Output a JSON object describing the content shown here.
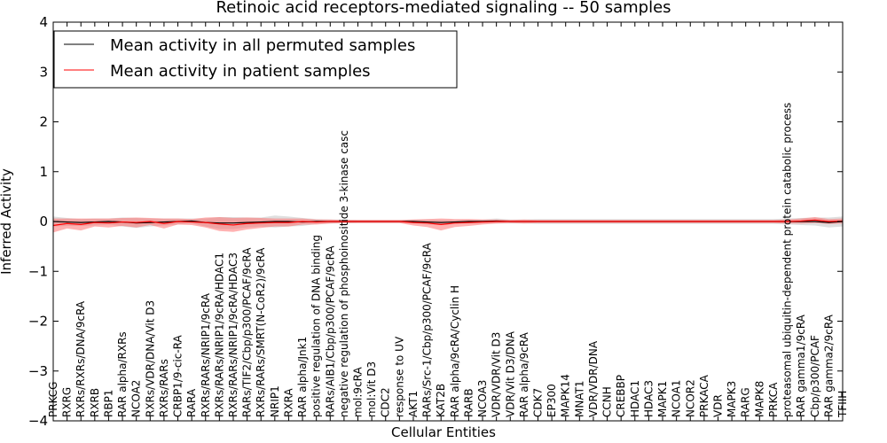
{
  "chart_data": {
    "type": "line",
    "title": "Retinoic acid receptors-mediated signaling -- 50 samples",
    "xlabel": "Cellular Entities",
    "ylabel": "Inferred Activity",
    "ylim": [
      -4,
      4
    ],
    "yticks": [
      "−4",
      "−3",
      "−2",
      "−1",
      "0",
      "1",
      "2",
      "3",
      "4"
    ],
    "grid": false,
    "legend_position": "top-left",
    "categories": [
      "PRKCG",
      "RXRG",
      "RXRs/RXRs/DNA/9cRA",
      "RXRB",
      "RBP1",
      "RAR alpha/RXRs",
      "NCOA2",
      "RXRs/VDR/DNA/Vit D3",
      "RXRs/RARs",
      "CRBP1/9-cic-RA",
      "RARA",
      "RXRs/RARs/NRIP1/9cRA",
      "RXRs/RARs/NRIP1/9cRA/HDAC1",
      "RXRs/RARs/NRIP1/9cRA/HDAC3",
      "RARs/TIF2/Cbp/p300/PCAF/9cRA",
      "RXRs/RARs/SMRT(N-CoR2)/9cRA",
      "NRIP1",
      "RXRA",
      "RAR alpha/Jnk1",
      "positive regulation of DNA binding",
      "RARs/AIB1/Cbp/p300/PCAF/9cRA",
      "negative regulation of phosphoinositide 3-kinase casc",
      "mol:9cRA",
      "mol:Vit D3",
      "CDC2",
      "response to UV",
      "AKT1",
      "RARs/Src-1/Cbp/p300/PCAF/9cRA",
      "KAT2B",
      "RAR alpha/9cRA/Cyclin H",
      "RARB",
      "NCOA3",
      "VDR/VDR/Vit D3",
      "VDR/Vit D3/DNA",
      "RAR alpha/9cRA",
      "CDK7",
      "EP300",
      "MAPK14",
      "MNAT1",
      "VDR/VDR/DNA",
      "CCNH",
      "CREBBP",
      "HDAC1",
      "HDAC3",
      "MAPK1",
      "NCOA1",
      "NCOR2",
      "PRKACA",
      "VDR",
      "MAPK3",
      "RARG",
      "MAPK8",
      "PRKCA",
      "proteasomal ubiquitin-dependent protein catabolic process",
      "RAR gamma1/9cRA",
      "Cbp/p300/PCAF",
      "RAR gamma2/9cRA",
      "TFIIH"
    ],
    "series": [
      {
        "name": "Mean activity in all permuted samples",
        "color": "#000000",
        "values": [
          0.0,
          -0.01,
          -0.02,
          -0.01,
          0.0,
          -0.01,
          -0.03,
          -0.02,
          -0.01,
          0.0,
          0.01,
          -0.02,
          -0.03,
          -0.03,
          -0.02,
          -0.01,
          0.0,
          0.0,
          -0.01,
          0.0,
          0.0,
          0.0,
          0.0,
          0.0,
          0.0,
          0.0,
          0.0,
          -0.01,
          -0.02,
          -0.01,
          0.0,
          0.0,
          0.01,
          0.0,
          0.0,
          0.0,
          0.0,
          0.0,
          0.0,
          0.0,
          0.0,
          0.0,
          0.0,
          0.0,
          0.0,
          0.0,
          0.0,
          0.0,
          0.0,
          0.0,
          0.0,
          0.0,
          0.0,
          0.0,
          0.0,
          0.0,
          -0.02,
          0.0
        ],
        "band": [
          0.1,
          0.08,
          0.07,
          0.07,
          0.06,
          0.09,
          0.1,
          0.08,
          0.07,
          0.06,
          0.05,
          0.08,
          0.12,
          0.12,
          0.1,
          0.09,
          0.12,
          0.1,
          0.08,
          0.05,
          0.04,
          0.04,
          0.03,
          0.03,
          0.03,
          0.03,
          0.04,
          0.05,
          0.05,
          0.04,
          0.04,
          0.04,
          0.05,
          0.04,
          0.04,
          0.05,
          0.05,
          0.05,
          0.05,
          0.05,
          0.05,
          0.05,
          0.05,
          0.05,
          0.05,
          0.05,
          0.05,
          0.05,
          0.05,
          0.05,
          0.05,
          0.05,
          0.05,
          0.06,
          0.07,
          0.08,
          0.1,
          0.1
        ]
      },
      {
        "name": "Mean activity in patient samples",
        "color": "#ff0000",
        "values": [
          -0.08,
          -0.04,
          -0.06,
          -0.02,
          -0.03,
          -0.01,
          -0.02,
          0.0,
          -0.04,
          0.0,
          -0.01,
          -0.02,
          -0.05,
          -0.07,
          -0.04,
          -0.03,
          -0.02,
          -0.02,
          0.0,
          -0.01,
          0.0,
          0.0,
          0.0,
          0.0,
          0.0,
          0.0,
          -0.02,
          -0.03,
          -0.06,
          -0.03,
          -0.02,
          -0.01,
          0.0,
          0.0,
          0.0,
          0.0,
          0.0,
          0.0,
          0.0,
          0.0,
          0.0,
          0.0,
          0.0,
          0.0,
          0.0,
          0.0,
          0.0,
          0.0,
          0.0,
          0.0,
          0.0,
          0.0,
          0.0,
          0.0,
          0.01,
          0.03,
          0.0,
          0.01
        ],
        "band": [
          0.14,
          0.1,
          0.12,
          0.08,
          0.09,
          0.08,
          0.1,
          0.07,
          0.1,
          0.06,
          0.06,
          0.1,
          0.14,
          0.14,
          0.12,
          0.1,
          0.08,
          0.08,
          0.06,
          0.05,
          0.04,
          0.03,
          0.03,
          0.03,
          0.03,
          0.03,
          0.06,
          0.08,
          0.12,
          0.08,
          0.07,
          0.05,
          0.04,
          0.03,
          0.04,
          0.03,
          0.03,
          0.03,
          0.03,
          0.03,
          0.03,
          0.03,
          0.03,
          0.03,
          0.03,
          0.03,
          0.03,
          0.03,
          0.03,
          0.03,
          0.03,
          0.03,
          0.03,
          0.04,
          0.05,
          0.06,
          0.05,
          0.05
        ]
      }
    ]
  }
}
